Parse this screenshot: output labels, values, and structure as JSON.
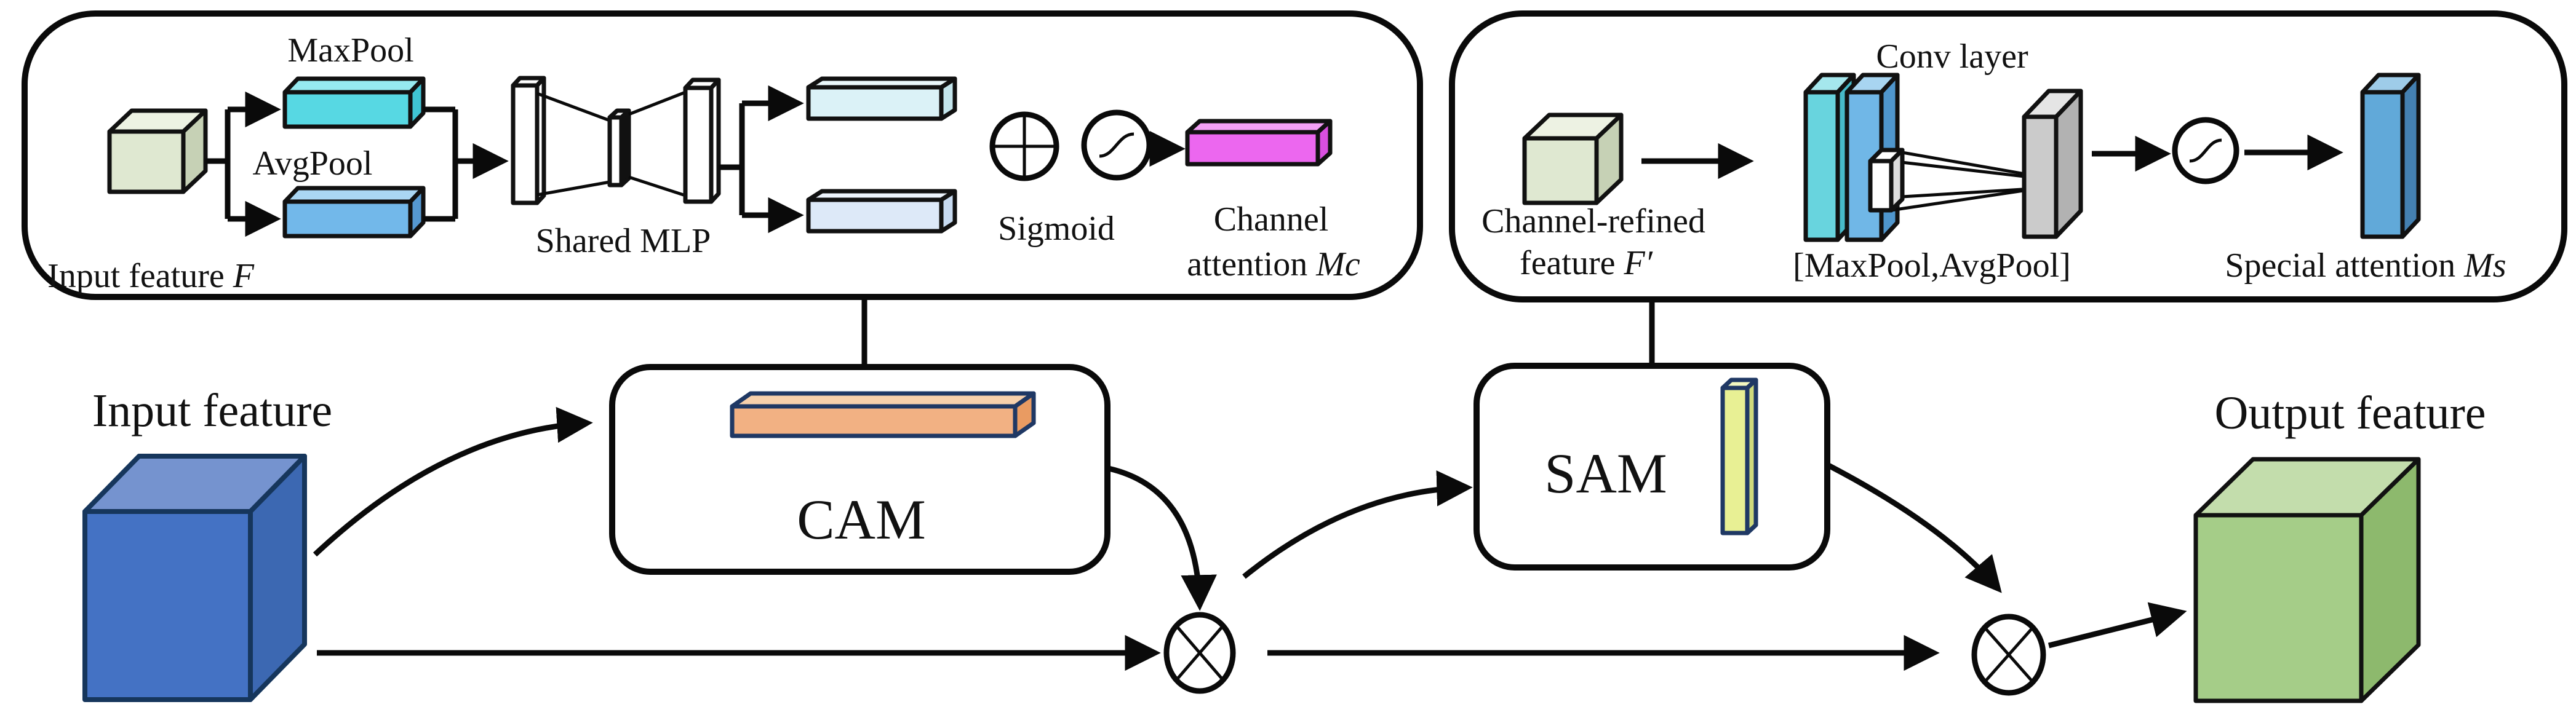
{
  "figure": {
    "type": "CBAM attention module architecture diagram",
    "cam_detail": {
      "input_label": "Input feature",
      "input_var": "F",
      "maxpool_label": "MaxPool",
      "avgpool_label": "AvgPool",
      "shared_mlp_label": "Shared MLP",
      "sigmoid_label": "Sigmoid",
      "attention_label_line1": "Channel",
      "attention_label_line2": "attention",
      "attention_var": "Mc"
    },
    "sam_detail": {
      "refined_label_line1": "Channel-refined",
      "refined_label_line2": "feature",
      "refined_var": "F′",
      "conv_label": "Conv layer",
      "pool_concat_label": "[MaxPool,AvgPool]",
      "special_attention_label": "Special attention",
      "special_attention_var": "Ms"
    },
    "main_flow": {
      "input_label": "Input feature",
      "cam_label": "CAM",
      "sam_label": "SAM",
      "output_label": "Output feature"
    },
    "colors": {
      "pale_green_cube": "#dfe8d1",
      "input_cube_blue": "#4472c4",
      "output_cube_green": "#a5cd88",
      "maxpool_cyan": "#57d8e3",
      "avgpool_blue": "#72b8ea",
      "pale_cyan_bar": "#dbf2f7",
      "pale_blue_bar": "#dde9f8",
      "channel_attention_magenta": "#ec67ef",
      "cam_bar_orange": "#f2b183",
      "sam_bar_yellow": "#e8f094",
      "conv_slab_cyan": "#68d4de",
      "conv_slab_blue": "#70b7e7",
      "pooled_slab_gray": "#cbcbcb",
      "spatial_attention_blue": "#61a9d9",
      "line_black": "#0a0a0a"
    }
  }
}
